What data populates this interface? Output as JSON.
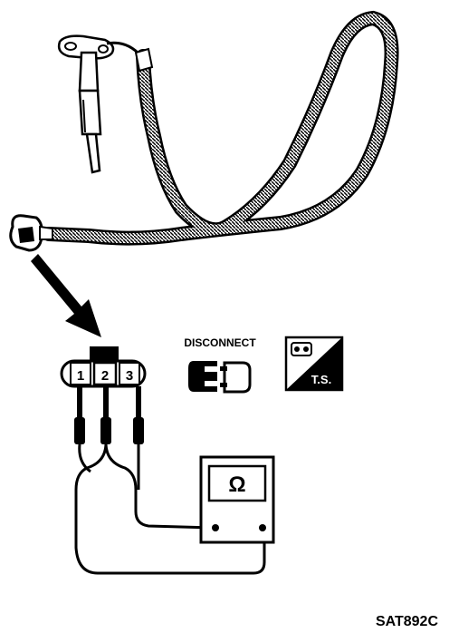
{
  "connector": {
    "terminals": [
      "1",
      "2",
      "3"
    ]
  },
  "disconnect_label": "DISCONNECT",
  "ts_badge": {
    "label": "T.S."
  },
  "ohmmeter": {
    "symbol": "Ω"
  },
  "figure_code": "SAT892C",
  "icons": {
    "sensor": "sensor-probe-icon",
    "harness": "coiled-harness-icon",
    "pointer": "pointer-arrow-icon",
    "disconnect": "disconnect-connector-icon",
    "ts": "trouble-shooting-icon",
    "meter": "ohmmeter-icon"
  },
  "colors": {
    "ink": "#000000",
    "paper": "#ffffff"
  }
}
